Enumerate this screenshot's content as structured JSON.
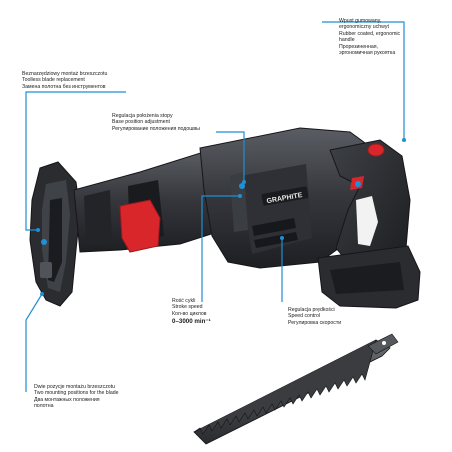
{
  "colors": {
    "accent_blue": "#1f8fd6",
    "tool_body_dark": "#2b2d31",
    "tool_body_mid": "#4a4d53",
    "trigger_red": "#d9262b",
    "text": "#1a1a1a"
  },
  "brand": {
    "logo_text": "GRAPHITE"
  },
  "callouts": {
    "toolless": {
      "lines": [
        "Beznarzędziowy montaż brzeszczotu",
        "Toolless blade replacement",
        "Замена полотна без инструментов"
      ]
    },
    "base_position": {
      "lines": [
        "Regulacja położenia stopy",
        "Base position adjustment",
        "Регулирование положения подошвы"
      ]
    },
    "grip": {
      "lines": [
        "Wpust gumowany,",
        "ergonomiczny uchwyt",
        "Rubber coated, ergonomic",
        "handle",
        "Прорезиненная,",
        "эргономичная рукоятка"
      ]
    },
    "stroke_rate": {
      "lines": [
        "Rość cykli",
        "Stroke speed",
        "Кол-во циклов"
      ],
      "value": "0–3000 min⁻¹"
    },
    "speed_control": {
      "lines": [
        "Regulacja prędkości",
        "Speed control",
        "Регулировка скорости"
      ]
    },
    "blade_positions": {
      "lines": [
        "Dwie pozycje montażu brzeszczotu",
        "Two mounting positions for the blade",
        "Два монтажных положения",
        "полотна"
      ]
    }
  }
}
